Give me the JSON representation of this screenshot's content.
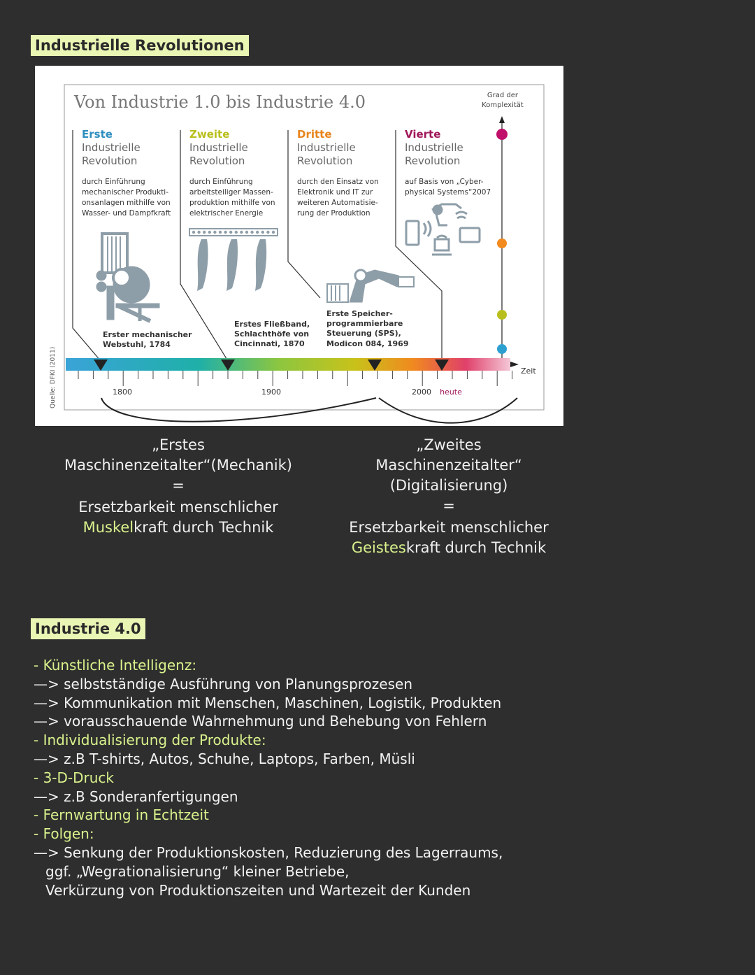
{
  "section1": {
    "title": "Industrielle Revolutionen"
  },
  "figure": {
    "title": "Von Industrie 1.0 bis Industrie 4.0",
    "source": "Quelle: DFKI (2011)",
    "y_axis_label_1": "Grad der",
    "y_axis_label_2": "Komplexität",
    "x_axis_label": "Zeit",
    "ticks": [
      "1800",
      "1900",
      "2000",
      "heute"
    ],
    "revolutions": [
      {
        "ordinal": "Erste",
        "line2": "Industrielle",
        "line3": "Revolution",
        "color": "#2f8fc0",
        "desc": [
          "durch Einführung",
          "mechanischer Produkti-",
          "onsanlagen mithilfe von",
          "Wasser- und Dampfkraft"
        ],
        "milestone": [
          "Erster mechanischer",
          "Webstuhl, 1784"
        ]
      },
      {
        "ordinal": "Zweite",
        "line2": "Industrielle",
        "line3": "Revolution",
        "color": "#b9bf1c",
        "desc": [
          "durch Einführung",
          "arbeitsteiliger Massen-",
          "produktion mithilfe von",
          "elektrischer Energie"
        ],
        "milestone": [
          "Erstes Fließband,",
          "Schlachthöfe von",
          "Cincinnati, 1870"
        ]
      },
      {
        "ordinal": "Dritte",
        "line2": "Industrielle",
        "line3": "Revolution",
        "color": "#e8841c",
        "desc": [
          "durch den Einsatz von",
          "Elektronik und IT zur",
          "weiteren Automatisie-",
          "rung der Produktion"
        ],
        "milestone": [
          "Erste Speicher-",
          "programmierbare",
          "Steuerung (SPS),",
          "Modicon 084, 1969"
        ]
      },
      {
        "ordinal": "Vierte",
        "line2": "Industrielle",
        "line3": "Revolution",
        "color": "#a0185a",
        "desc": [
          "auf Basis von „Cyber-",
          "physical Systems“2007"
        ],
        "milestone": []
      }
    ],
    "complexity_dots": [
      "#c0106a",
      "#f28a1e",
      "#b8bf1c",
      "#2ea0d0"
    ]
  },
  "eras": [
    {
      "line1": "„Erstes",
      "line2": "Maschinenzeitalter“(Mechanik)",
      "eq": "=",
      "line3": "Ersetzbarkeit menschlicher",
      "accent": "Muskel",
      "rest": "kraft durch Technik"
    },
    {
      "line1": "„Zweites",
      "line2": "Maschinenzeitalter“ (Digitalisierung)",
      "eq": "=",
      "line3": "Ersetzbarkeit menschlicher",
      "accent": "Geistes",
      "rest": "kraft durch Technik"
    }
  ],
  "section2": {
    "title": "Industrie 4.0"
  },
  "notes": [
    {
      "text": "- Künstliche Intelligenz:",
      "style": "heading"
    },
    {
      "text": "—> selbstständige Ausführung von Planungsprozesen",
      "style": "item"
    },
    {
      "text": "—> Kommunikation mit Menschen, Maschinen, Logistik, Produkten",
      "style": "item"
    },
    {
      "text": "—> vorausschauende Wahrnehmung und Behebung von Fehlern",
      "style": "item"
    },
    {
      "text": "- Individualisierung der Produkte:",
      "style": "heading"
    },
    {
      "text": "—> z.B T-shirts, Autos, Schuhe, Laptops, Farben, Müsli",
      "style": "item"
    },
    {
      "text": "- 3-D-Druck",
      "style": "heading"
    },
    {
      "text": "—> z.B Sonderanfertigungen",
      "style": "item"
    },
    {
      "text": "- Fernwartung in Echtzeit",
      "style": "heading"
    },
    {
      "text": "- Folgen:",
      "style": "heading"
    },
    {
      "text": "—> Senkung der Produktionskosten, Reduzierung des Lagerraums,",
      "style": "item"
    },
    {
      "text": "ggf. „Wegrationalisierung“ kleiner Betriebe,",
      "style": "indent"
    },
    {
      "text": "Verkürzung von Produktionszeiten und Wartezeit der Kunden",
      "style": "indent"
    }
  ]
}
